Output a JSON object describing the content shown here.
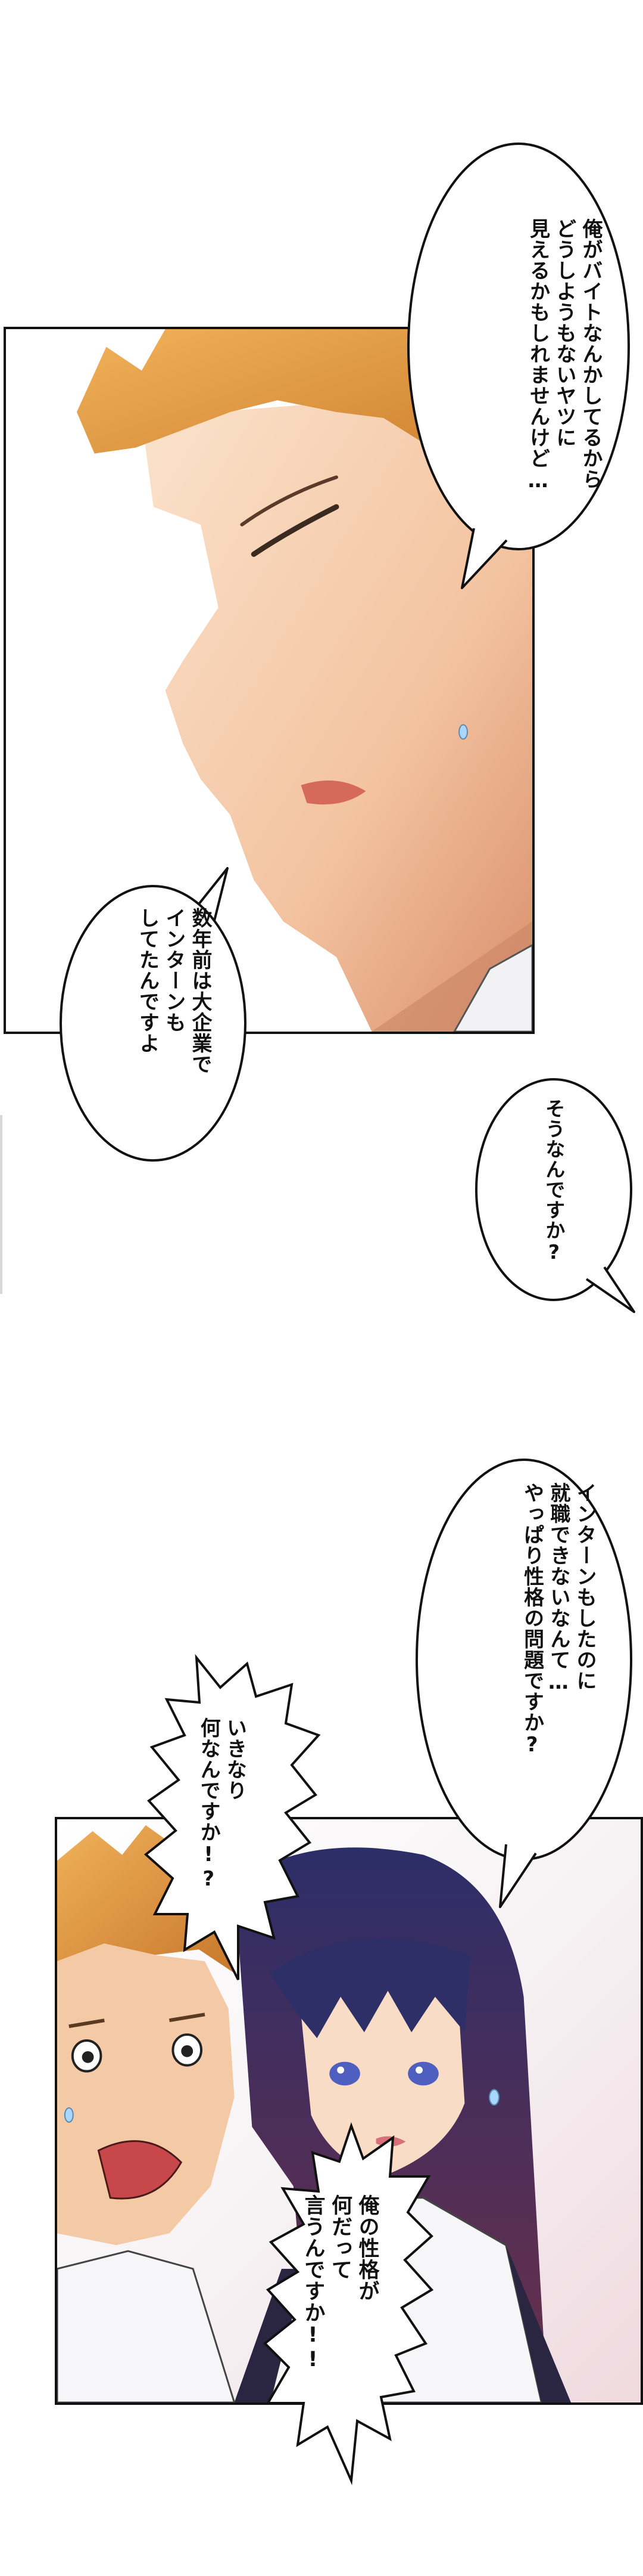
{
  "bubbles": {
    "b1": {
      "lines": [
        "俺がバイトなんかしてるから",
        "どうしようもないヤツに",
        "見えるかもしれませんけど…"
      ]
    },
    "b2": {
      "lines": [
        "数年前は大企業で",
        "インターンも",
        "してたんですよ"
      ]
    },
    "b3": {
      "lines": [
        "そうなんですか?"
      ]
    },
    "b4": {
      "lines": [
        "インターンもしたのに",
        "就職できないなんて…",
        "やっぱり性格の問題ですか?"
      ]
    },
    "b5": {
      "lines": [
        "いきなり",
        "何なんですか!?"
      ]
    },
    "b6": {
      "lines": [
        "俺の性格が",
        "何だって",
        "言うんですか!!"
      ]
    }
  },
  "colors": {
    "hair_orange": "#e89a3c",
    "skin": "#f6cfae",
    "hair_navy": "#2e2f66",
    "panel_border": "#111111"
  }
}
